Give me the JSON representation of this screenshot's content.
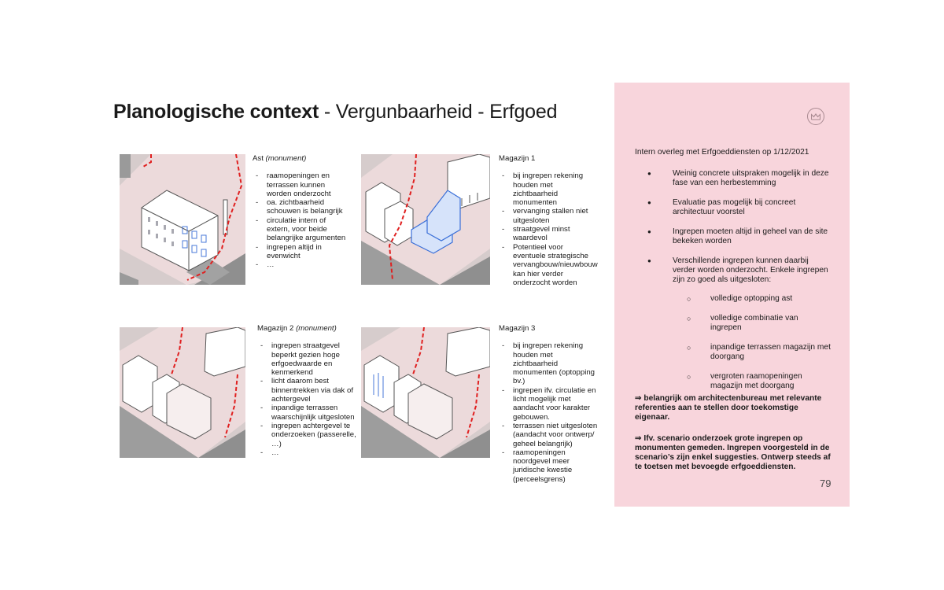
{
  "title": {
    "bold": "Planologische context",
    "rest": " - Vergunbaarheid - Erfgoed"
  },
  "blocks": [
    {
      "name": "Ast",
      "suffix": "(monument)",
      "items": [
        "raamopeningen en terrassen kunnen worden onderzocht",
        "oa. zichtbaarheid schouwen is belangrijk",
        "circulatie intern of extern, voor beide belangrijke argumenten",
        "ingrepen altijd in evenwicht",
        "…"
      ]
    },
    {
      "name": "Magazijn 1",
      "suffix": "",
      "items": [
        "bij ingrepen rekening houden met zichtbaarheid monumenten",
        "vervanging stallen niet uitgesloten",
        "straatgevel minst waardevol",
        "Potentieel voor eventuele strategische vervangbouw/nieuwbouw kan hier verder onderzocht worden"
      ]
    },
    {
      "name": "Magazijn 2",
      "suffix": "(monument)",
      "items": [
        "ingrepen straatgevel beperkt gezien hoge erfgoedwaarde en kenmerkend",
        "licht daarom best binnentrekken via dak of achtergevel",
        "inpandige terrassen waarschijnlijk uitgesloten",
        "ingrepen achtergevel te onderzoeken (passerelle, …)",
        "…"
      ]
    },
    {
      "name": "Magazijn 3",
      "suffix": "",
      "items": [
        "bij ingrepen rekening houden met zichtbaarheid monumenten (optopping bv.)",
        "ingrepen ifv. circulatie en licht mogelijk met aandacht voor karakter gebouwen.",
        "terrassen niet uitgesloten (aandacht voor ontwerp/ geheel belangrijk)",
        "raamopeningen noordgevel meer juridische kwestie (perceelsgrens)"
      ]
    }
  ],
  "sidebar": {
    "intro": "Intern overleg met Erfgoeddiensten op 1/12/2021",
    "bullets": [
      "Weinig concrete uitspraken mogelijk in deze fase van een herbestemming",
      "Evaluatie pas mogelijk bij concreet architectuur voorstel",
      "Ingrepen moeten altijd in geheel van de site bekeken worden",
      "Verschillende ingrepen kunnen daarbij verder worden onderzocht. Enkele ingrepen zijn zo goed als uitgesloten:"
    ],
    "subbullets": [
      "volledige optopping ast",
      "volledige combinatie van ingrepen",
      "inpandige terrassen magazijn met doorgang",
      "vergroten raamopeningen magazijn met doorgang"
    ],
    "note1": "⇒ belangrijk om architectenbureau met relevante referenties aan te stellen door toekomstige eigenaar.",
    "note2": "⇒ Ifv. scenario onderzoek grote ingrepen op monumenten gemeden. Ingrepen voorgesteld in de scenario’s zijn enkel suggesties. Ontwerp steeds af te toetsen met bevoegde erfgoeddiensten.",
    "page_number": "79"
  },
  "colors": {
    "sidebar_bg": "#f8d5dc",
    "drawing_bg": "#d9cfcf",
    "site_pink": "#ecd9da",
    "dash_red": "#e02020",
    "highlight_blue": "#3a6fd8"
  }
}
